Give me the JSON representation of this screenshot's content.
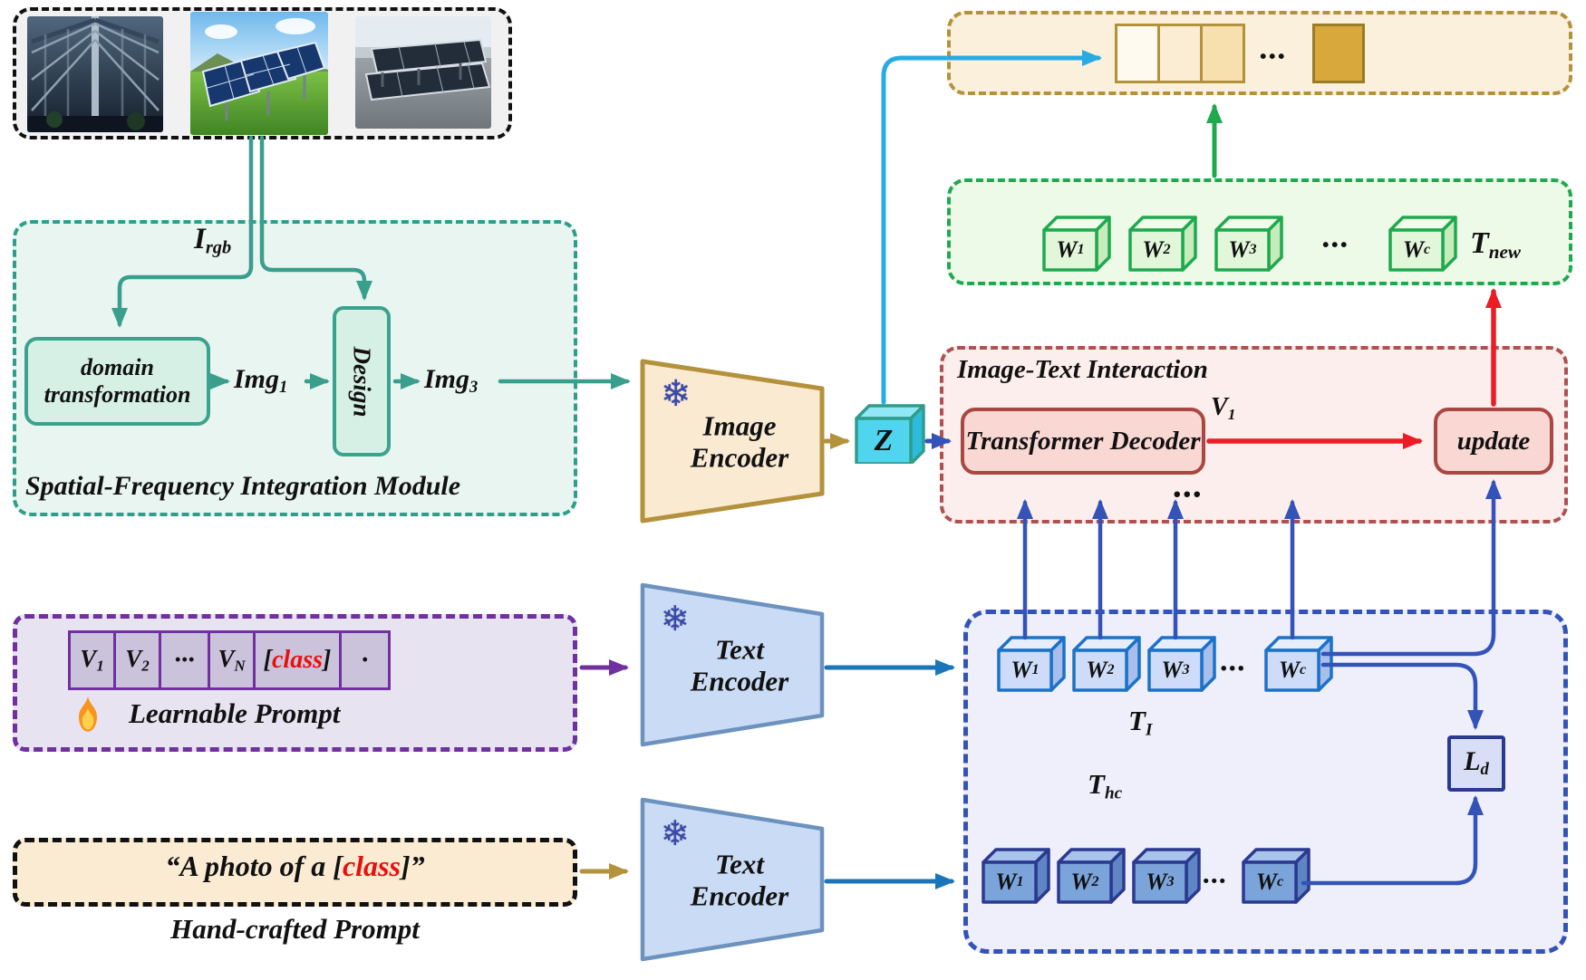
{
  "colors": {
    "teal": "#3A9E8C",
    "teal_fill": "#E9F5F1",
    "gold": "#B4913B",
    "gold_fill": "#FAEAD2",
    "cyan": "#29ABE2",
    "royal_blue": "#3353B8",
    "bright_blue": "#1B75BB",
    "red": "#EC1C24",
    "dark_red": "#A94743",
    "red_fill": "#FCEEEC",
    "green": "#1FA94F",
    "green_fill": "#EDFAE8",
    "purple": "#7030A0",
    "purple_fill": "#E7E3F1",
    "navy": "#2B3990",
    "blue_fill": "#EEEFFB",
    "class_red": "#E8100C"
  },
  "labels": {
    "i_rgb": {
      "base": "I",
      "sub": "rgb"
    },
    "img1": {
      "base": "Img",
      "sub": "1"
    },
    "img3": {
      "base": "Img",
      "sub": "3"
    },
    "v1": {
      "base": "V",
      "sub": "1"
    }
  },
  "sfim": {
    "title": "Spatial-Frequency Integration Module",
    "domain_transformation": "domain transformation",
    "design": "Design"
  },
  "encoders": {
    "image": {
      "line1": "Image",
      "line2": "Encoder"
    },
    "text": {
      "line1": "Text",
      "line2": "Encoder"
    },
    "frozen_icon": "snowflake"
  },
  "z_cube": {
    "label": "Z"
  },
  "interaction": {
    "title": "Image-Text Interaction",
    "transformer_decoder": "Transformer Decoder",
    "update": "update",
    "dots": "···"
  },
  "feature_sequence": {
    "dots": "···"
  },
  "t_new": {
    "cubes": [
      {
        "base": "W",
        "sub": "1"
      },
      {
        "base": "W",
        "sub": "2"
      },
      {
        "base": "W",
        "sub": "3"
      },
      {
        "base": "W",
        "sub": "c"
      }
    ],
    "dots": "···",
    "label": {
      "base": "T",
      "sub": "new"
    }
  },
  "learnable_prompt": {
    "v1": {
      "base": "V",
      "sub": "1"
    },
    "v2": {
      "base": "V",
      "sub": "2"
    },
    "dots": "···",
    "vn": {
      "base": "V",
      "sub": "N"
    },
    "class_cell": {
      "left": "[",
      "word": "class",
      "right": "]"
    },
    "dot_cell": "·",
    "caption": "Learnable Prompt",
    "trainable_icon": "flame"
  },
  "hand_crafted": {
    "prefix": "“A photo of a [",
    "word": "class",
    "suffix": "]”",
    "caption": "Hand-crafted Prompt"
  },
  "text_space": {
    "t_i": {
      "base": "T",
      "sub": "I"
    },
    "t_hc": {
      "base": "T",
      "sub": "hc"
    },
    "l_d": {
      "base": "L",
      "sub": "d"
    },
    "dots": "···",
    "image_cond_cubes": [
      {
        "base": "W",
        "sub": "1"
      },
      {
        "base": "W",
        "sub": "2"
      },
      {
        "base": "W",
        "sub": "3"
      },
      {
        "base": "W",
        "sub": "c"
      }
    ],
    "hand_cubes": [
      {
        "base": "W",
        "sub": "1"
      },
      {
        "base": "W",
        "sub": "2"
      },
      {
        "base": "W",
        "sub": "3"
      },
      {
        "base": "W",
        "sub": "c"
      }
    ]
  }
}
